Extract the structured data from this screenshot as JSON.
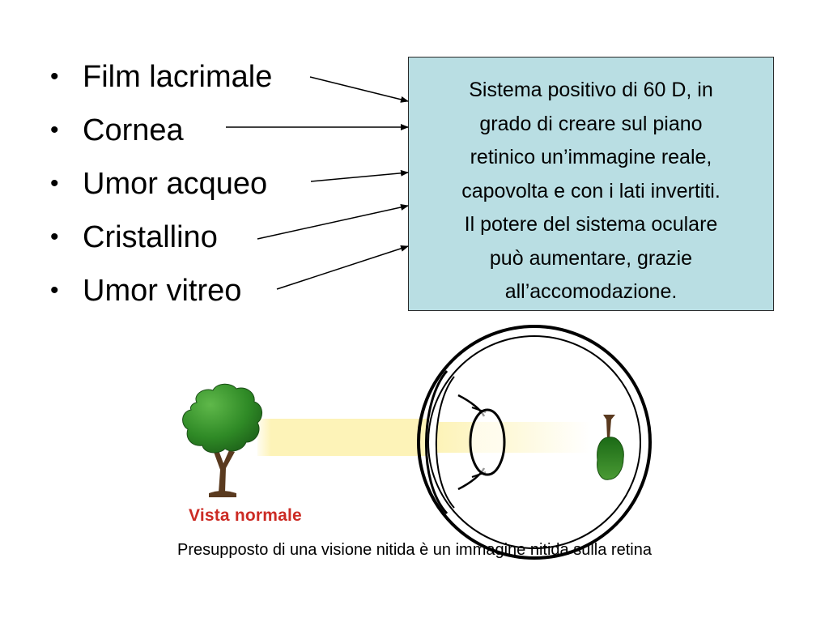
{
  "bullets": [
    {
      "label": "Film lacrimale"
    },
    {
      "label": "Cornea"
    },
    {
      "label": "Umor acqueo"
    },
    {
      "label": "Cristallino"
    },
    {
      "label": "Umor vitreo"
    }
  ],
  "bullet_symbol": "•",
  "info_box": {
    "lines": [
      "Sistema positivo di 60 D, in",
      "grado di creare sul piano",
      "retinico un’immagine reale,",
      "capovolta e con i lati invertiti.",
      "Il potere del sistema oculare",
      "può aumentare, grazie",
      "all’accomodazione."
    ],
    "background_color": "#b9dee3"
  },
  "figure": {
    "label": "Vista normale",
    "label_color": "#cc2b24",
    "light_beam_color": "#fdf3b8",
    "tree_foliage_color": "#2f8a26",
    "tree_trunk_color": "#5a3a1f"
  },
  "caption": "Presupposto di una visione nitida è un immagine nitida sulla retina"
}
